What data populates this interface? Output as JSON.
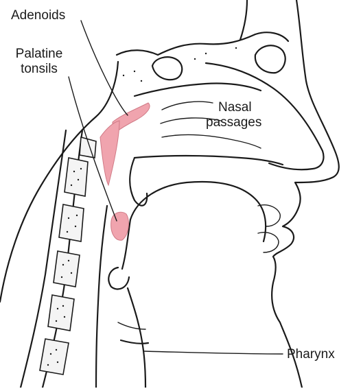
{
  "labels": {
    "adenoids": "Adenoids",
    "palatine_line1": "Palatine",
    "palatine_line2": "tonsils",
    "nasal_line1": "Nasal",
    "nasal_line2": "passages",
    "pharynx": "Pharynx"
  },
  "colors": {
    "tissue_highlight": "#f0a4ae",
    "line": "#1a1a1a",
    "background": "#ffffff"
  }
}
